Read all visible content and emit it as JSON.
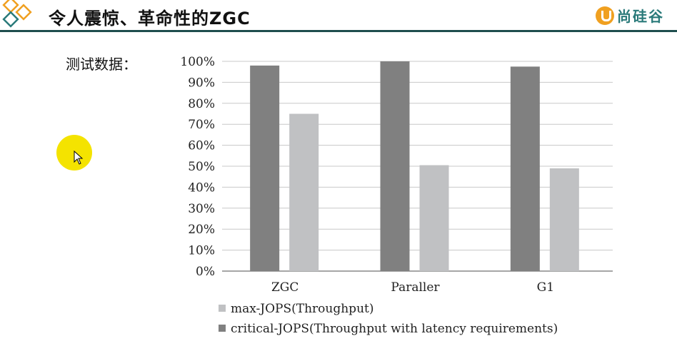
{
  "header": {
    "title": "令人震惊、革命性的ZGC",
    "brand": "尚硅谷"
  },
  "label_left": "测试数据：",
  "colors": {
    "critical": "#808080",
    "max": "#c0c1c3",
    "header_line": "#1f4e4e",
    "brand": "#2a7a7a"
  },
  "chart_data": {
    "type": "bar",
    "categories": [
      "ZGC",
      "Paraller",
      "G1"
    ],
    "series": [
      {
        "name": "critical-JOPS(Throughput with latency requirements)",
        "values": [
          98,
          100,
          97.5
        ]
      },
      {
        "name": "max-JOPS(Throughput)",
        "values": [
          75,
          50.5,
          49
        ]
      }
    ],
    "ylim": [
      0,
      100
    ],
    "yticks": [
      "0%",
      "10%",
      "20%",
      "30%",
      "40%",
      "50%",
      "60%",
      "70%",
      "80%",
      "90%",
      "100%"
    ],
    "grid": true,
    "legend": [
      {
        "name": "max-JOPS(Throughput)"
      },
      {
        "name": "critical-JOPS(Throughput with latency requirements)"
      }
    ]
  }
}
